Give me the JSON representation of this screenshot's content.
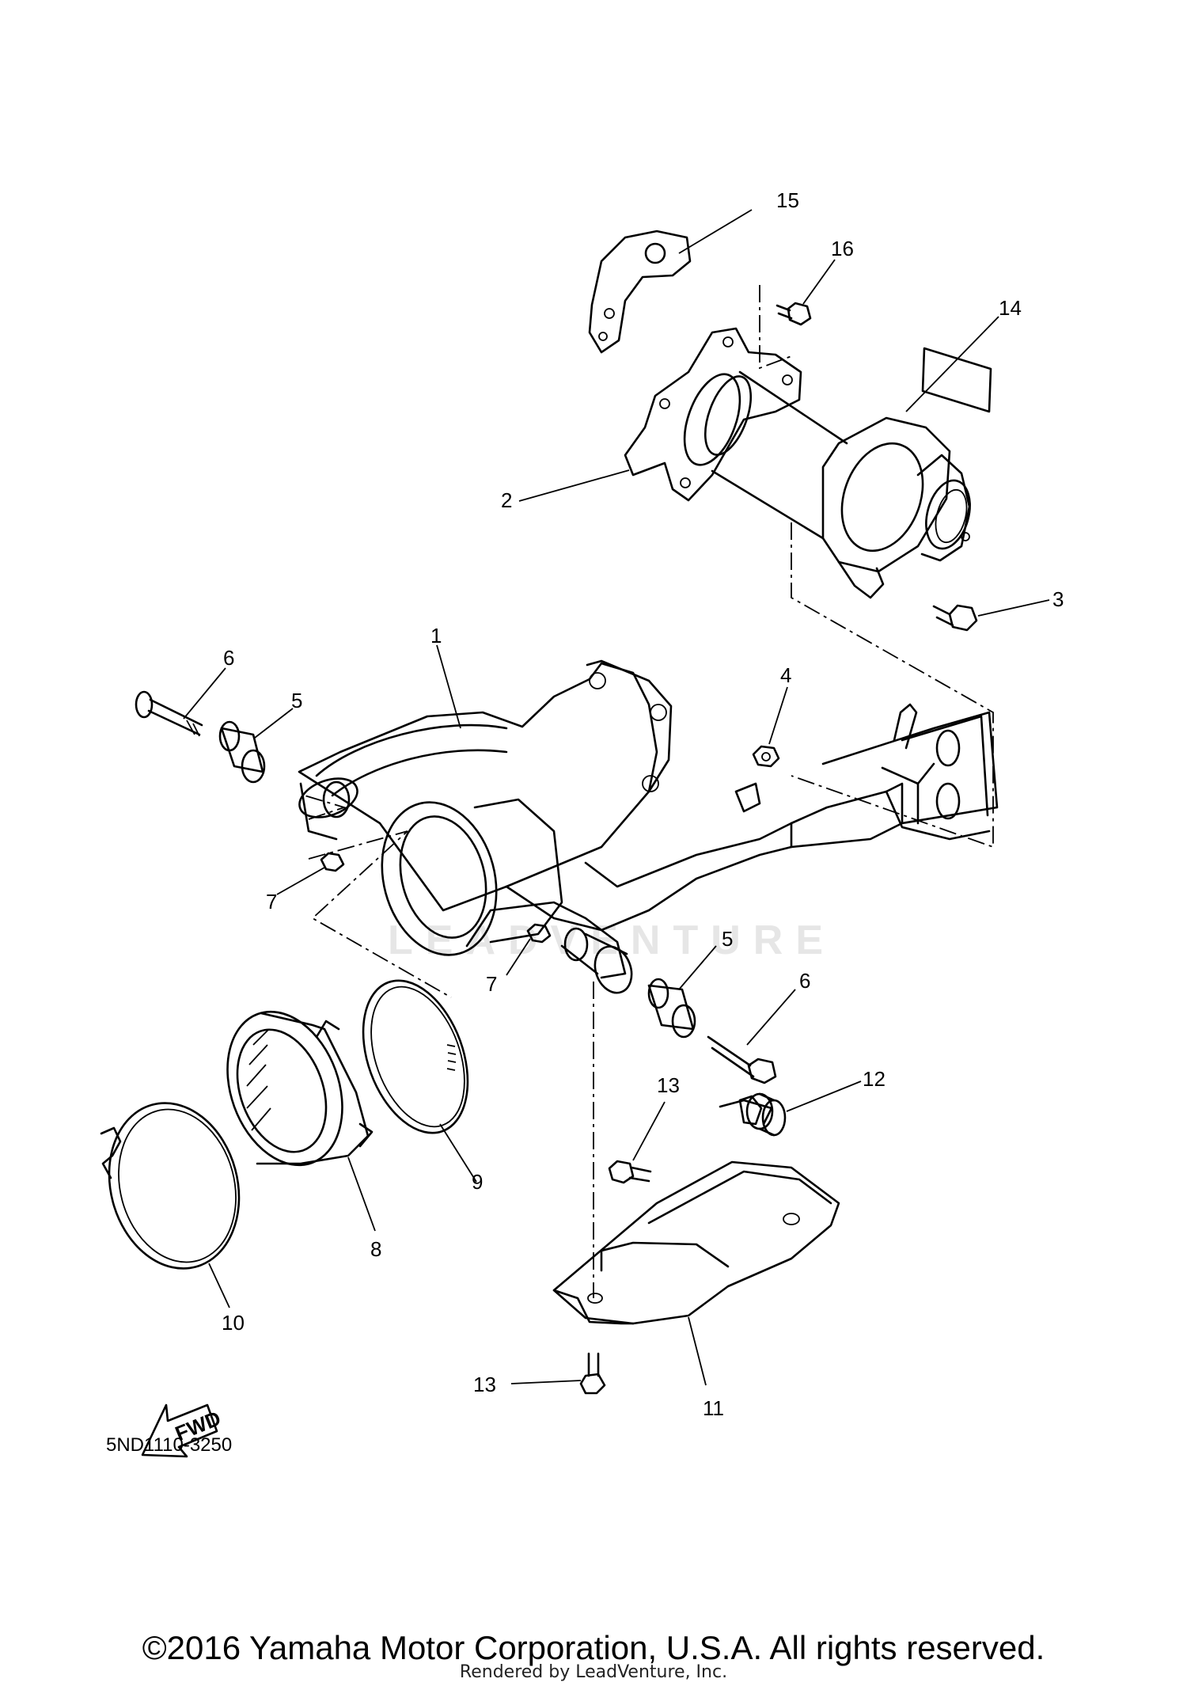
{
  "diagram": {
    "callouts": [
      {
        "number": "1"
      },
      {
        "number": "2"
      },
      {
        "number": "3"
      },
      {
        "number": "4"
      },
      {
        "number": "5"
      },
      {
        "number": "5"
      },
      {
        "number": "6"
      },
      {
        "number": "6"
      },
      {
        "number": "7"
      },
      {
        "number": "7"
      },
      {
        "number": "8"
      },
      {
        "number": "9"
      },
      {
        "number": "10"
      },
      {
        "number": "11"
      },
      {
        "number": "12"
      },
      {
        "number": "13"
      },
      {
        "number": "13"
      },
      {
        "number": "14"
      },
      {
        "number": "15"
      },
      {
        "number": "16"
      }
    ],
    "fwd_label": "FWD",
    "watermark": "LEADVENTURE",
    "part_code": "5ND1110-3250"
  },
  "footer": {
    "copyright": "©2016 Yamaha Motor Corporation, U.S.A. All rights reserved.",
    "rendered_by": "Rendered by LeadVenture, Inc."
  }
}
